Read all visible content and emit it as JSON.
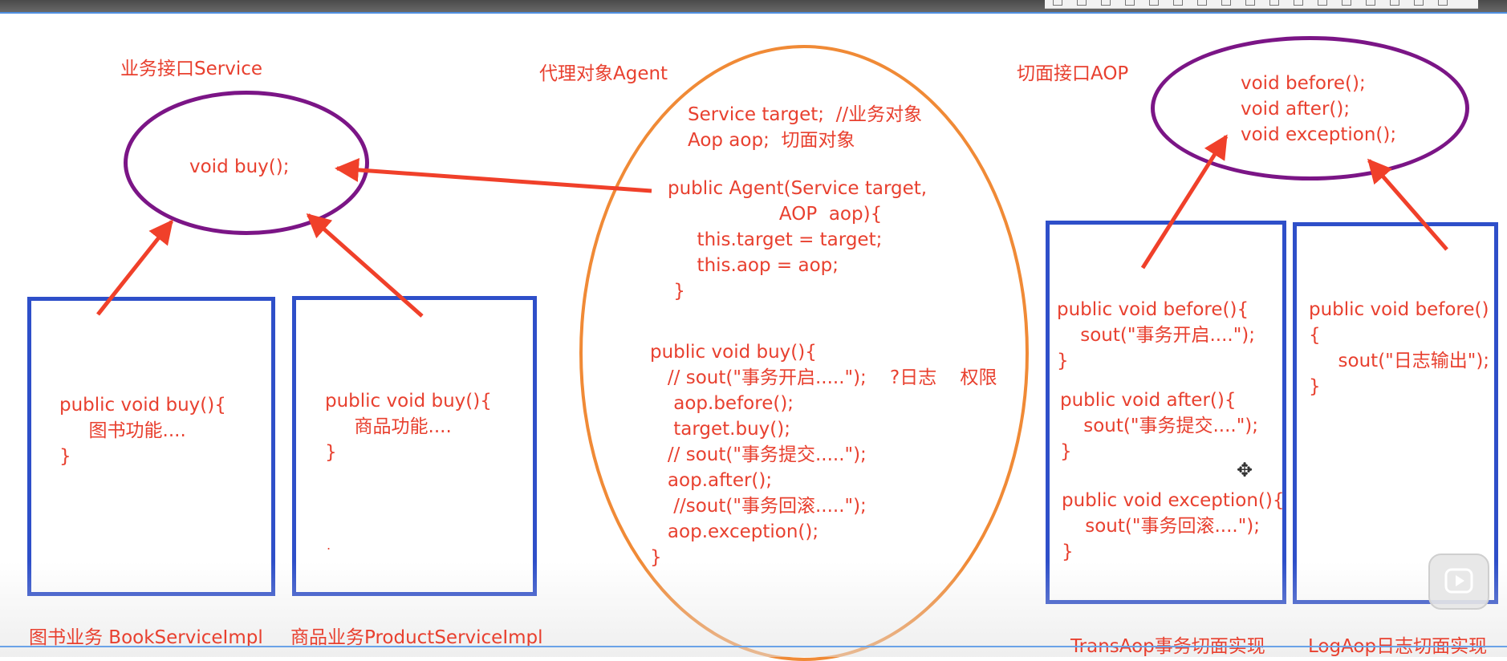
{
  "labels": {
    "service": "业务接口Service",
    "agent": "代理对象Agent",
    "aop": "切面接口AOP",
    "book_impl": "图书业务 BookServiceImpl",
    "product_impl": "商品业务ProductServiceImpl",
    "trans_aop": "TransAop事务切面实现",
    "log_aop": "LogAop日志切面实现"
  },
  "service_interface": {
    "code": "void buy();"
  },
  "aop_interface": {
    "code": "void before();\nvoid after();\nvoid exception();"
  },
  "agent": {
    "fields": "Service target;  //业务对象\nAop aop;  切面对象",
    "constructor": "public Agent(Service target,\n                   AOP  aop){\n     this.target = target;\n     this.aop = aop;\n }",
    "buy_method": "public void buy(){\n   // sout(\"事务开启.....\");    ?日志    权限\n    aop.before();\n    target.buy();\n   // sout(\"事务提交.....\");\n   aop.after();\n    //sout(\"事务回滚.....\");\n   aop.exception();\n}"
  },
  "book_impl": {
    "code": "public void buy(){\n     图书功能....\n}"
  },
  "product_impl": {
    "code": "public void buy(){\n     商品功能....\n}",
    "dot": "."
  },
  "trans_aop": {
    "before": "public void before(){\n    sout(\"事务开启....\");\n}",
    "after": "public void after(){\n    sout(\"事务提交....\");\n}",
    "exception": "public void exception(){\n    sout(\"事务回滚....\");\n}"
  },
  "log_aop": {
    "code": "public void before()\n{\n     sout(\"日志输出\");\n}"
  },
  "colors": {
    "text": "#e8402f",
    "box": "#2e4fc9",
    "purple": "#7b1586",
    "orange": "#f08a36",
    "arrow": "#f0402a"
  },
  "icons": {
    "move": "move-icon",
    "play": "play-icon"
  }
}
